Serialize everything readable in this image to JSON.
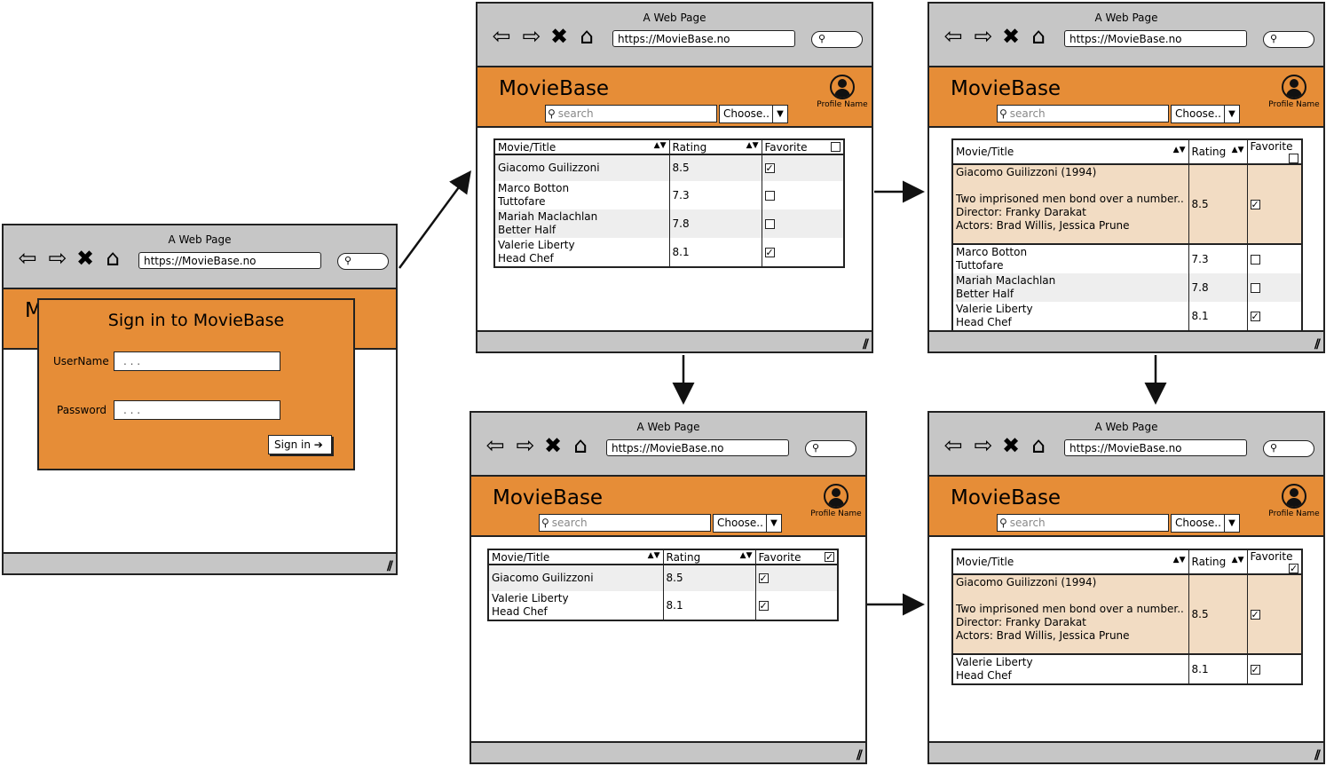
{
  "browser": {
    "window_title": "A Web Page",
    "url": "https://MovieBase.no"
  },
  "app": {
    "brand": "MovieBase",
    "search_placeholder": "search",
    "choose_label": "Choose..",
    "profile_name": "Profile Name"
  },
  "signin": {
    "title": "Sign in to MovieBase",
    "username_label": "UserName",
    "password_label": "Password",
    "placeholder": ". . .",
    "button_label": "Sign in"
  },
  "table": {
    "col_title": "Movie/Title",
    "col_rating": "Rating",
    "col_favorite": "Favorite"
  },
  "movies": [
    {
      "title": "Giacomo Guilizzoni",
      "subtitle": "",
      "rating": "8.5",
      "favorite": true
    },
    {
      "title": "Marco Botton",
      "subtitle": "Tuttofare",
      "rating": "7.3",
      "favorite": false
    },
    {
      "title": "Mariah Maclachlan",
      "subtitle": "Better Half",
      "rating": "7.8",
      "favorite": false
    },
    {
      "title": "Valerie Liberty",
      "subtitle": "Head Chef",
      "rating": "8.1",
      "favorite": true
    }
  ],
  "details": {
    "title_year": "Giacomo Guilizzoni (1994)",
    "plot": "Two imprisoned men bond over a number..",
    "director": "Director: Franky Darakat",
    "actors": "Actors: Brad Willis, Jessica Prune"
  },
  "icons": {
    "back": "back-arrow-icon",
    "forward": "forward-arrow-icon",
    "stop": "stop-x-icon",
    "home": "home-icon",
    "search": "search-icon",
    "profile": "user-avatar-icon",
    "dropdown": "chevron-down-icon",
    "signin": "sign-in-icon",
    "resize": "resize-grip-icon",
    "sort": "sort-icon",
    "checkbox": "checkbox-icon"
  },
  "colors": {
    "header": "#e68d37",
    "chrome": "#c6c6c6",
    "expanded_row": "#f2dcc3",
    "row_alt": "#eeeeee"
  }
}
